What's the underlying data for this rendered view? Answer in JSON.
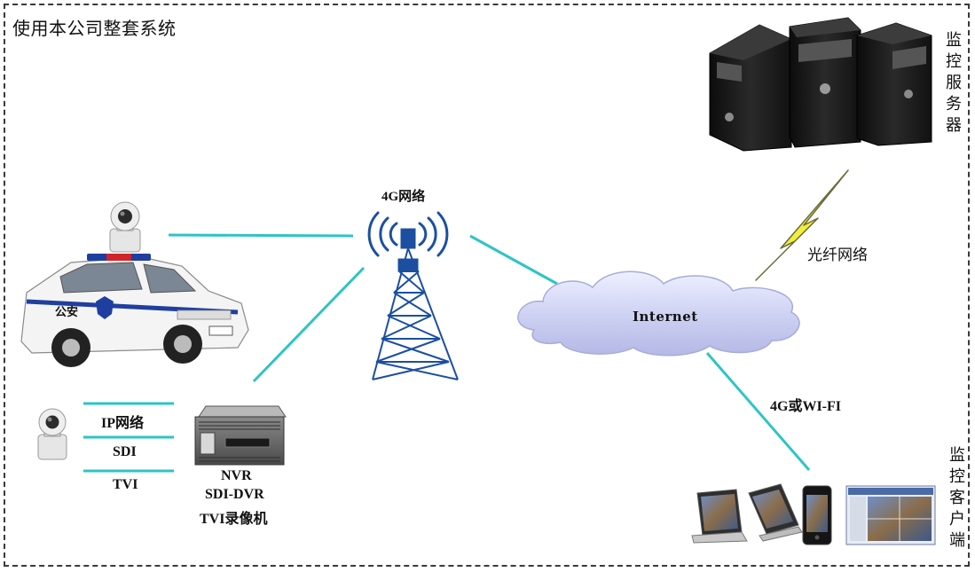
{
  "diagram": {
    "title": "使用本公司整套系统",
    "labels": {
      "network_4g": "4G网络",
      "fiber_network": "光纤网络",
      "internet": "Internet",
      "wifi_4g": "4G或WI-FI",
      "ip_network": "IP网络",
      "sdi": "SDI",
      "tvi": "TVI",
      "nvr": "NVR",
      "sdi_dvr": "SDI-DVR",
      "tvi_recorder": "TVI录像机",
      "monitor_server": "监控服务器",
      "monitor_client": "监控客户端",
      "car_door_text": "公安"
    },
    "icons": [
      "police-car-icon",
      "ptz-camera-icon",
      "cell-tower-icon",
      "cloud-icon",
      "server-icon",
      "lightning-icon",
      "dvr-recorder-icon",
      "laptop-icon",
      "tablet-icon",
      "smartphone-icon",
      "monitor-screen-icon"
    ],
    "colors": {
      "connector": "#2ec4c6",
      "tower": "#1c4fa0",
      "cloud": "#c9cdf0",
      "lightning": "#f2ee3a",
      "frame": "#3a3a3a"
    }
  }
}
